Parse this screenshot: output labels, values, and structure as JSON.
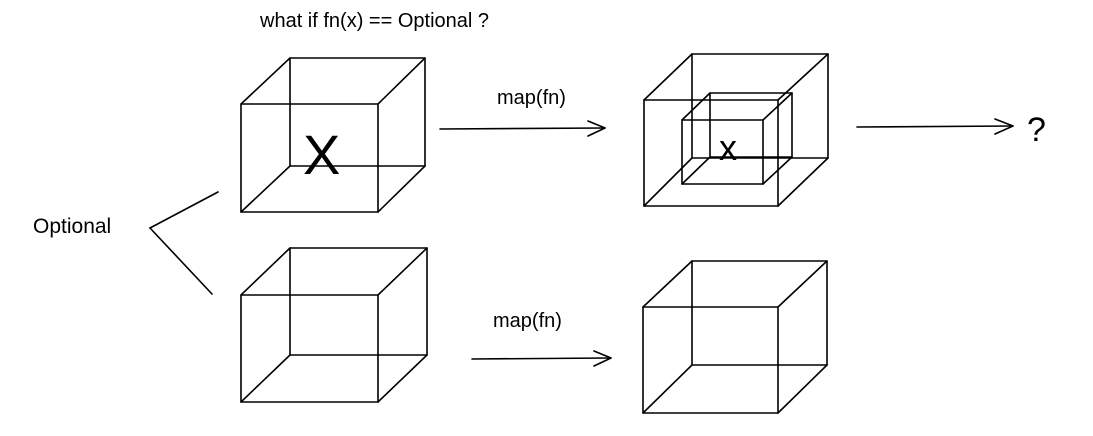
{
  "diagram": {
    "title": "what if fn(x) == Optional ?",
    "branch_label": "Optional",
    "top_row": {
      "input_value": "X",
      "arrow_label": "map(fn)",
      "nested_value": "x",
      "result": "?"
    },
    "bottom_row": {
      "arrow_label": "map(fn)"
    }
  },
  "style": {
    "line_color": "#000000",
    "background": "#ffffff"
  }
}
